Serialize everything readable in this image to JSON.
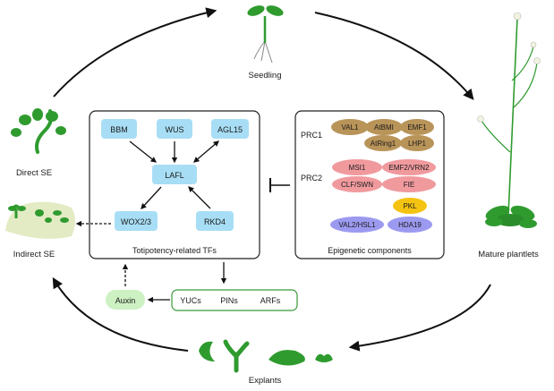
{
  "stages": {
    "seedling": "Seedling",
    "mature": "Mature plantlets",
    "explants": "Explants",
    "direct_se": "Direct SE",
    "indirect_se": "Indirect SE"
  },
  "tf_panel": {
    "caption": "Totipotency-related TFs",
    "bbm": "BBM",
    "wus": "WUS",
    "agl15": "AGL15",
    "lafl": "LAFL",
    "wox": "WOX2/3",
    "rkd4": "RKD4"
  },
  "epi_panel": {
    "caption": "Epigenetic components",
    "prc1_label": "PRC1",
    "prc2_label": "PRC2",
    "val1": "VAL1",
    "atbmi": "AtBMI",
    "emf1": "EMF1",
    "atring1": "AtRing1",
    "lhp1": "LHP1",
    "msi1": "MSI1",
    "emf2_vrn2": "EMF2/VRN2",
    "clf_swn": "CLF/SWN",
    "fie": "FIE",
    "pkl": "PKL",
    "val2_hsl1": "VAL2/HSL1",
    "hda19": "HDA19"
  },
  "hormone": {
    "auxin": "Auxin",
    "yucs": "YUCs",
    "pins": "PINs",
    "arfs": "ARFs"
  },
  "colors": {
    "tf_box": "#a8def5",
    "prc1": "#b99459",
    "prc2": "#f09a9e",
    "pkl": "#f5c312",
    "purple": "#9c9af0",
    "auxin": "#cdf1c3",
    "plant": "#2f9b2f"
  }
}
